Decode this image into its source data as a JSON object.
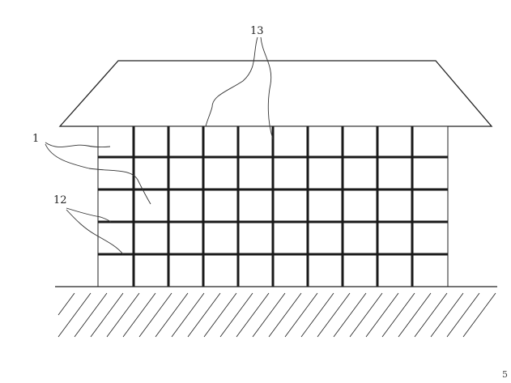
{
  "labels": {
    "wall_panel": "1",
    "horizontal_beam": "12",
    "vertical_column": "13"
  },
  "page_mark": "5"
}
